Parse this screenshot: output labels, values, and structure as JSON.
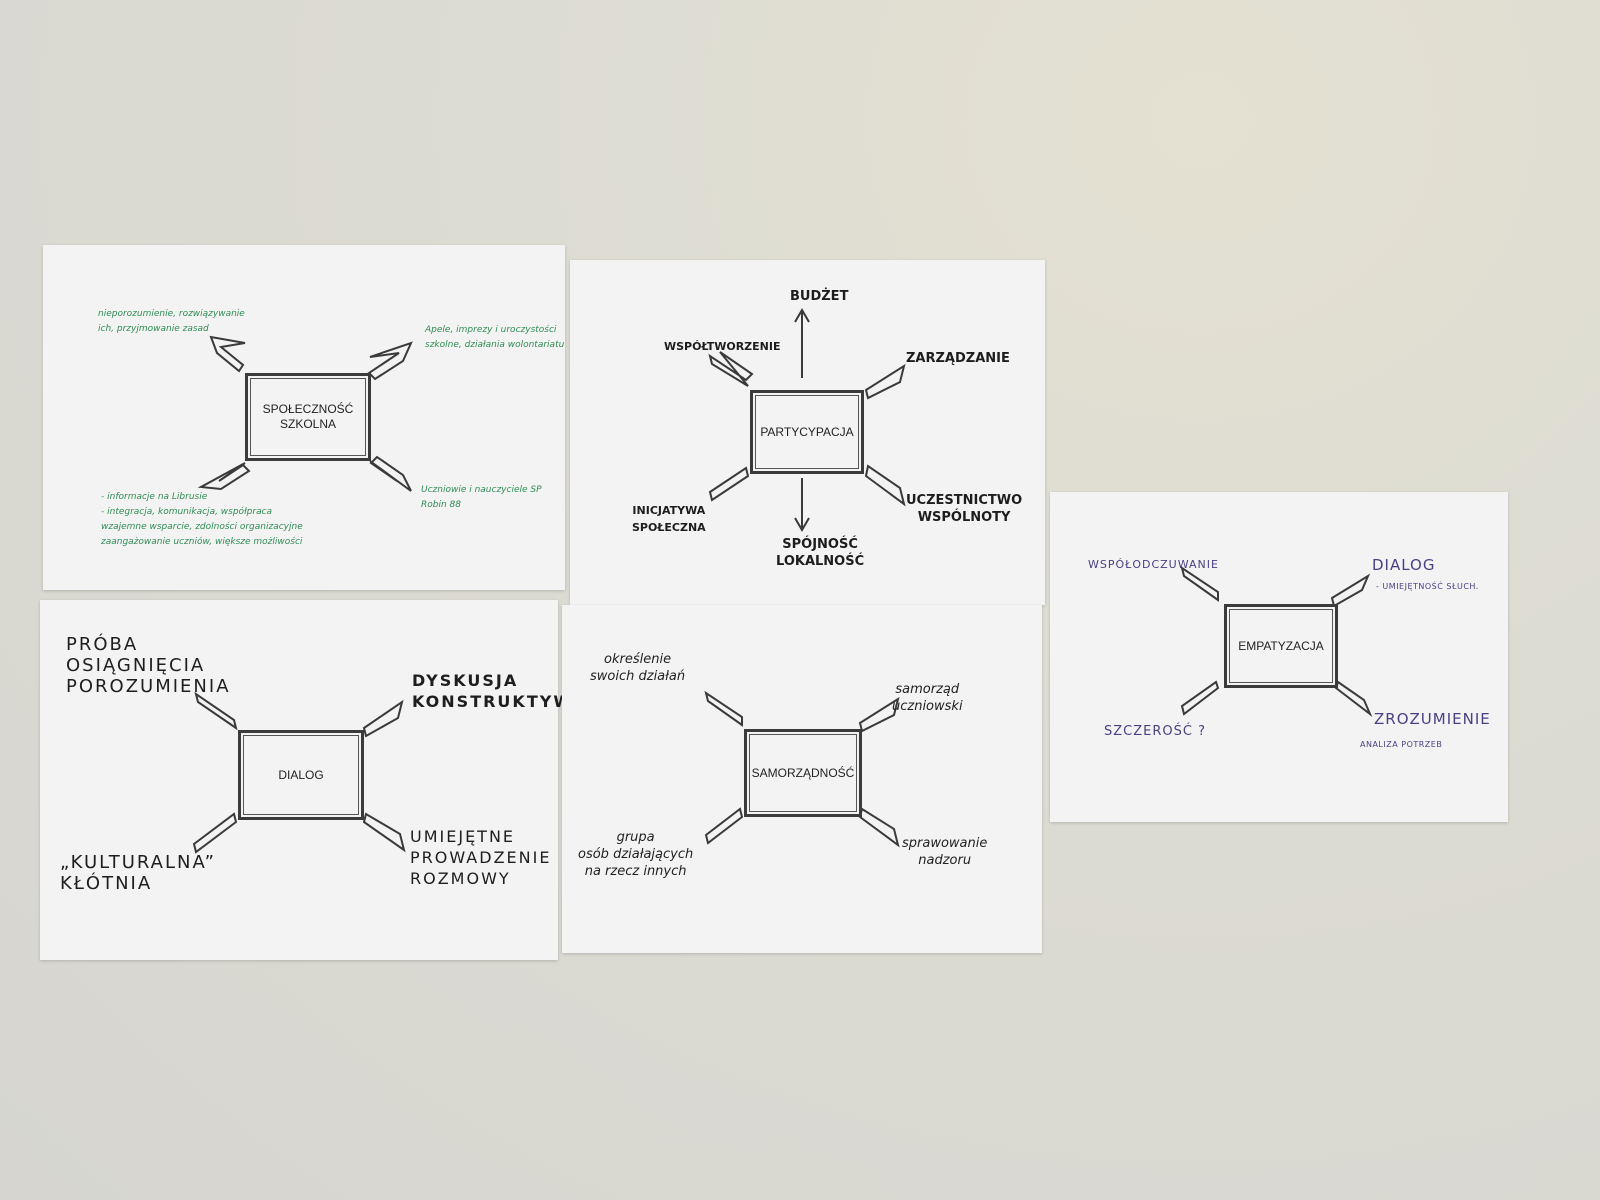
{
  "sheets": {
    "spolecznosc": {
      "center": "SPOŁECZNOŚĆ\nSZKOLNA",
      "top_left": "nieporozumienie, rozwiązywanie\nich, przyjmowanie zasad",
      "top_right": "Apele, imprezy i uroczystości\nszkolne, działania wolontariatu",
      "bottom_right": "Uczniowie i nauczyciele SP\nRobin 88",
      "bottom_left": "- informacje na Librusie\n- integracja, komunikacja, współpraca\n  wzajemne wsparcie, zdolności organizacyjne\n  zaangażowanie uczniów, większe możliwości"
    },
    "partycypacja": {
      "center": "PARTYCYPACJA",
      "top": "BUDŻET",
      "top_left": "WSPÓŁTWORZENIE",
      "top_right": "ZARZĄDZANIE",
      "bottom_left": "INICJATYWA\nSPOŁECZNA",
      "bottom": "SPÓJNOŚĆ\nLOKALNOŚĆ",
      "bottom_right": "UCZESTNICTWO\nWSPÓLNOTY"
    },
    "empatyzacja": {
      "center": "EMPATYZACJA",
      "top_left": "WSPÓŁODCZUWANIE",
      "top_right": "DIALOG",
      "top_right_sub": "- UMIEJĘTNOŚĆ SŁUCH.",
      "bottom_left": "SZCZEROŚĆ ?",
      "bottom_right": "ZROZUMIENIE",
      "bottom_right_sub": "ANALIZA POTRZEB"
    },
    "dialog": {
      "center": "DIALOG",
      "top_left": "PRÓBA\nOSIĄGNIĘCIA\nPOROZUMIENIA",
      "top_right": "DYSKUSJA\nKONSTRUKTYWNA",
      "bottom_left": "„KULTURALNA”\nKŁÓTNIA",
      "bottom_right": "UMIEJĘTNE\nPROWADZENIE\nROZMOWY"
    },
    "samorzadnosc": {
      "center": "SAMORZĄDNOŚĆ",
      "top_left": "określenie\nswoich działań",
      "top_right": "samorząd\nuczniowski",
      "bottom_left": "grupa\nosób działających\nna rzecz innych",
      "bottom_right": "sprawowanie\nnadzoru"
    }
  },
  "colors": {
    "green_marker": "#2f8c55",
    "black_marker": "#1d1d1d",
    "purple_marker": "#4a3f82",
    "paper": "#f3f3f4",
    "wall": "#dddcd3"
  }
}
